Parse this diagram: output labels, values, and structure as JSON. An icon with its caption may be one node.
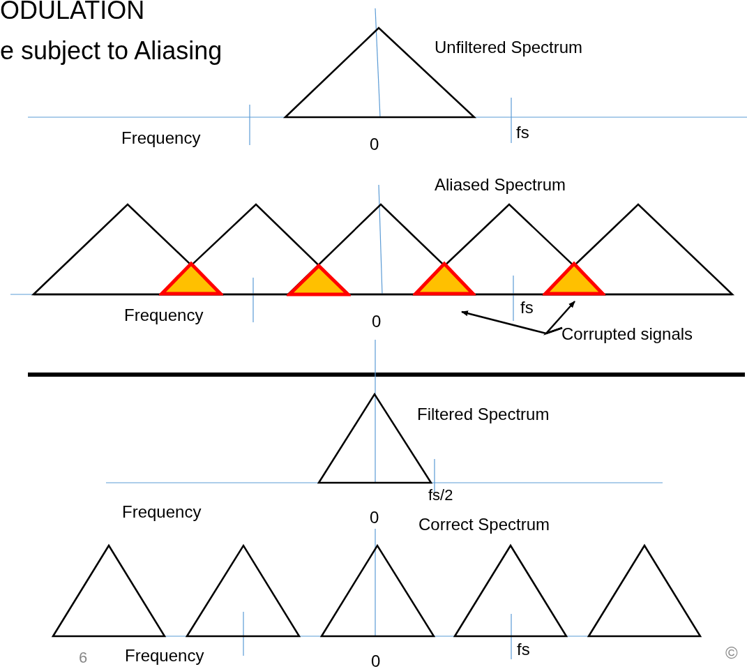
{
  "diagram": {
    "nodes": [
      {
        "text": [],
        "shape": "triangle"
      },
      {
        "text": [],
        "shape": "triangle"
      },
      {
        "text": [],
        "shape": "triangle"
      },
      {
        "text": [],
        "shape": "triangle"
      },
      {
        "text": [
          "Corrupted signals"
        ]
      }
    ],
    "edges": [
      {
        "from": 4,
        "to": 2,
        "arrow": "to"
      },
      {
        "from": 4,
        "to": 3,
        "arrow": "to"
      }
    ],
    "labels": [
      "ODULATION",
      "e subject to Aliasing",
      "Unfiltered Spectrum",
      "Frequency",
      "0",
      "fs",
      "Aliased Spectrum",
      "Frequency",
      "0",
      "fs",
      "Filtered Spectrum",
      "fs/2",
      "Frequency",
      "0",
      "Correct Spectrum",
      "6",
      "Frequency",
      "0",
      "fs",
      "©"
    ]
  }
}
